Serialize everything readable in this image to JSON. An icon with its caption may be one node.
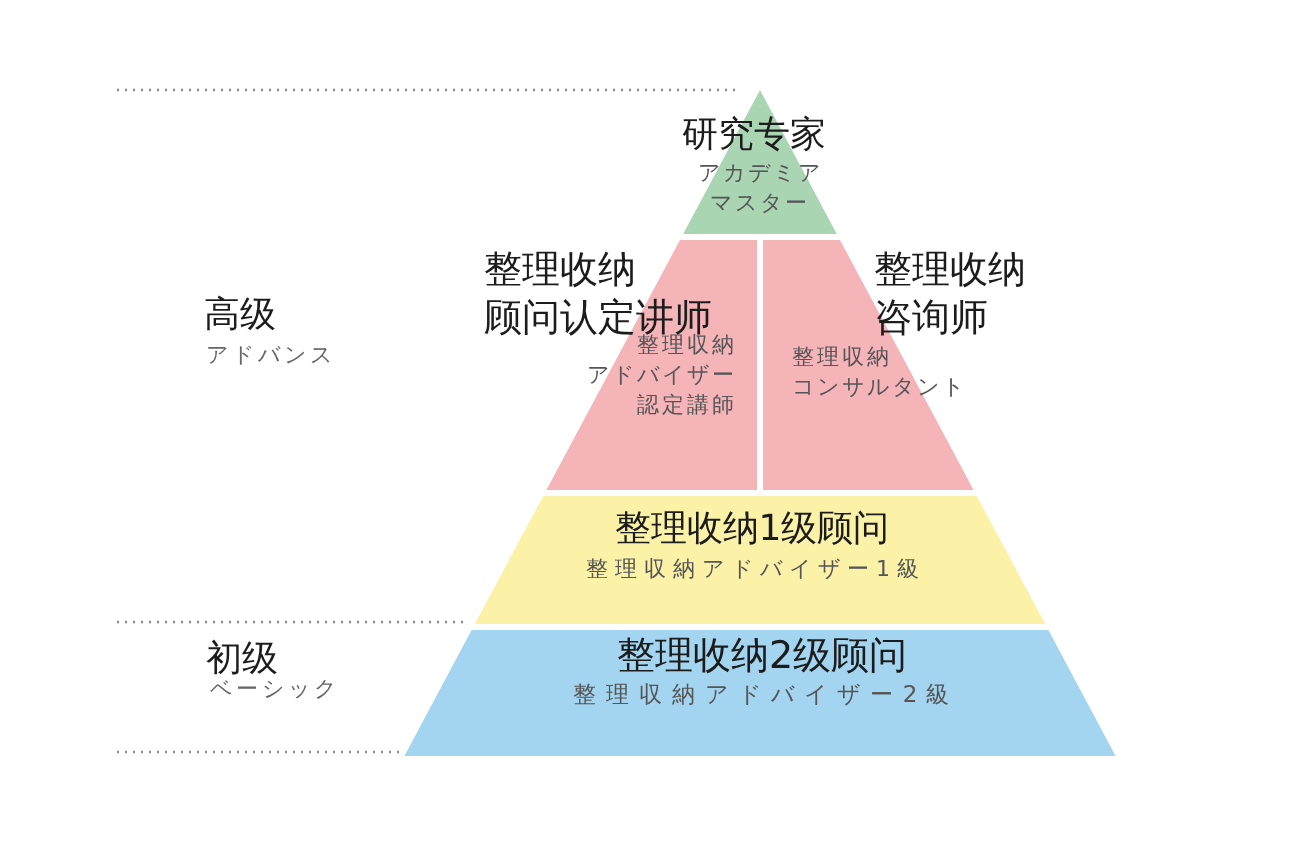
{
  "diagram": {
    "nodes": [
      {
        "text": [
          "研究专家",
          "アカデミアマスター"
        ]
      },
      {
        "text": [
          "整理收纳顾问认定讲师",
          "整理収納アドバイザー認定講師"
        ]
      },
      {
        "text": [
          "整理收纳咨询师",
          "整理収納コンサルタント"
        ]
      },
      {
        "text": [
          "整理收纳1级顾问",
          "整理収納アドバイザー1級"
        ]
      },
      {
        "text": [
          "整理收纳2级顾问",
          "整理収納アドバイザー2級"
        ]
      }
    ],
    "labels": [
      "高级",
      "アドバンス",
      "初级",
      "ベーシック"
    ]
  }
}
